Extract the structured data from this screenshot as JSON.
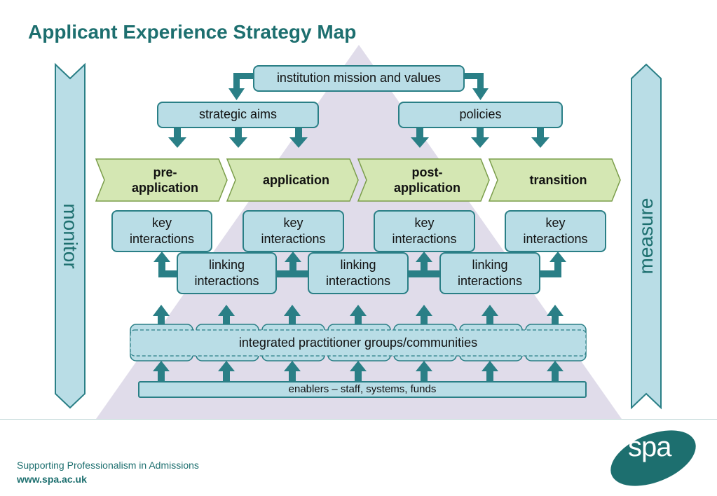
{
  "title": "Applicant Experience Strategy Map",
  "side_labels": {
    "left": "monitor",
    "right": "measure"
  },
  "top": {
    "mission": "institution mission and values",
    "aims": "strategic aims",
    "policies": "policies"
  },
  "stages": [
    {
      "line1": "pre-",
      "line2": "application"
    },
    {
      "line1": "application",
      "line2": ""
    },
    {
      "line1": "post-",
      "line2": "application"
    },
    {
      "line1": "transition",
      "line2": ""
    }
  ],
  "key_interactions": [
    {
      "line1": "key",
      "line2": "interactions"
    },
    {
      "line1": "key",
      "line2": "interactions"
    },
    {
      "line1": "key",
      "line2": "interactions"
    },
    {
      "line1": "key",
      "line2": "interactions"
    }
  ],
  "linking_interactions": [
    {
      "line1": "linking",
      "line2": "interactions"
    },
    {
      "line1": "linking",
      "line2": "interactions"
    },
    {
      "line1": "linking",
      "line2": "interactions"
    }
  ],
  "practitioners": "integrated practitioner groups/communities",
  "enablers": "enablers – staff, systems, funds",
  "footer": {
    "tagline": "Supporting Professionalism in Admissions",
    "url": "www.spa.ac.uk",
    "logo_text": "spa"
  },
  "colors": {
    "teal": "#1d6f6f",
    "box_fill": "#b9dde6",
    "stage_fill": "#d4e7b3",
    "pyramid": "#e0dcea"
  }
}
